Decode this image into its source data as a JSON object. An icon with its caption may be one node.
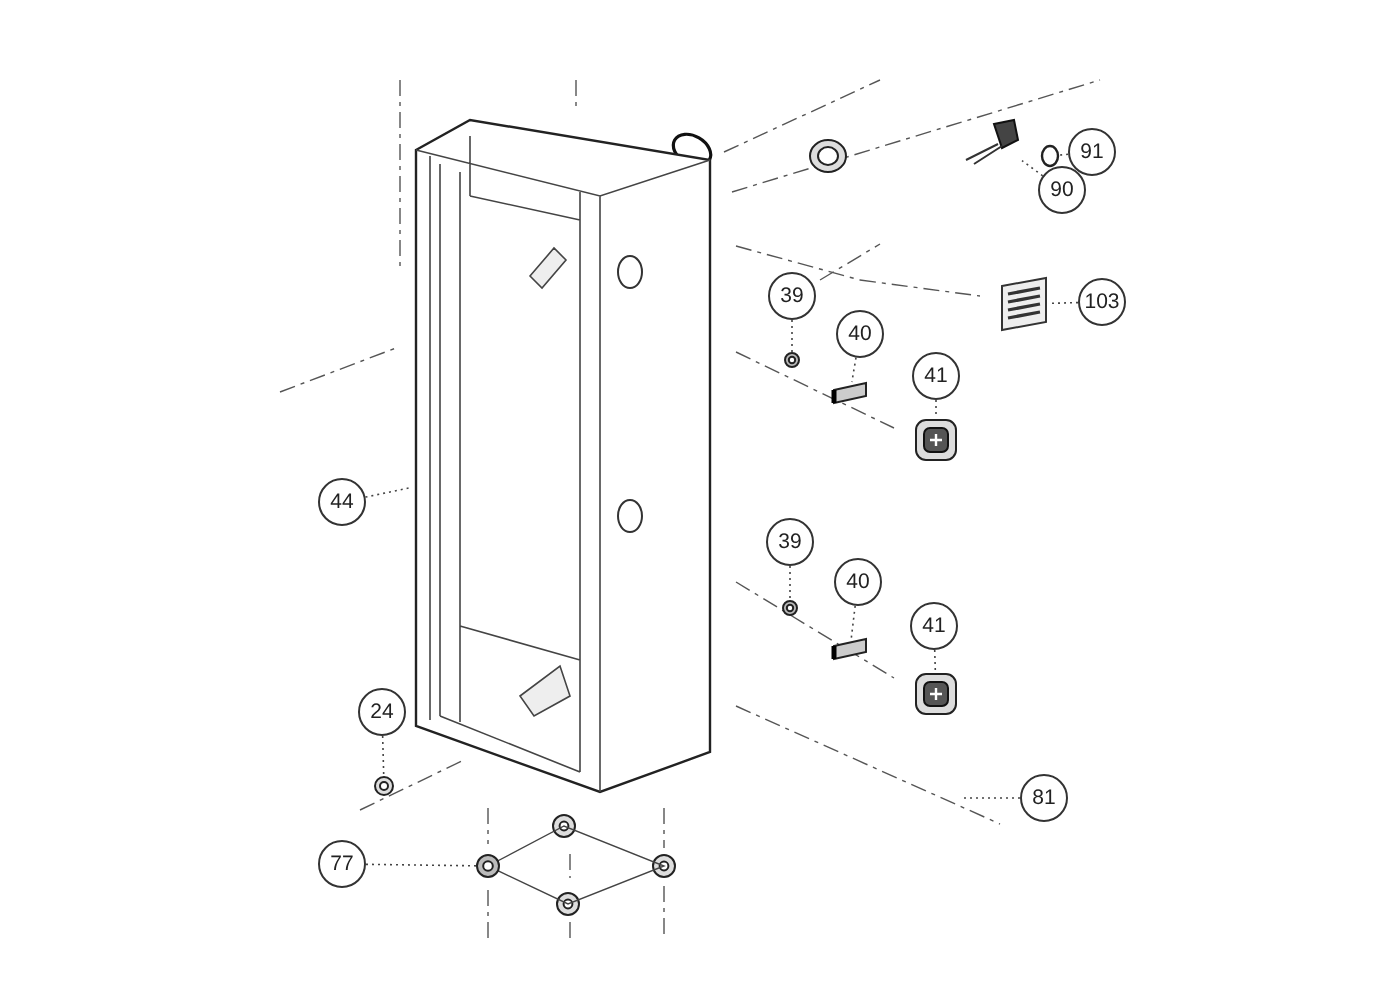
{
  "diagram": {
    "nodes": [
      {
        "text": [
          "91"
        ]
      },
      {
        "text": [
          "90"
        ]
      },
      {
        "text": [
          "103"
        ]
      },
      {
        "text": [
          "39"
        ]
      },
      {
        "text": [
          "40"
        ]
      },
      {
        "text": [
          "41"
        ]
      },
      {
        "text": [
          "44"
        ]
      },
      {
        "text": [
          "39"
        ]
      },
      {
        "text": [
          "40"
        ]
      },
      {
        "text": [
          "41"
        ]
      },
      {
        "text": [
          "24"
        ]
      },
      {
        "text": [
          "81"
        ]
      },
      {
        "text": [
          "77"
        ]
      },
      {
        "text": [],
        "shape": "circle"
      },
      {
        "text": [],
        "shape": "picture"
      },
      {
        "text": [],
        "shape": "picture"
      },
      {
        "text": [],
        "shape": "picture"
      },
      {
        "text": [],
        "shape": "picture"
      },
      {
        "text": [],
        "shape": "picture"
      },
      {
        "text": [],
        "shape": "picture"
      },
      {
        "text": [],
        "shape": "picture"
      },
      {
        "text": [],
        "shape": "picture"
      },
      {
        "text": [],
        "shape": "picture"
      },
      {
        "text": [],
        "shape": "picture"
      },
      {
        "text": [],
        "shape": "picture"
      }
    ],
    "edges": [
      {
        "from": 0,
        "to": 13,
        "arrow": "none"
      },
      {
        "from": 1,
        "to": 14,
        "arrow": "none"
      },
      {
        "from": 2,
        "to": 15,
        "arrow": "none"
      },
      {
        "from": 3,
        "to": 16,
        "arrow": "none"
      },
      {
        "from": 4,
        "to": 17,
        "arrow": "none"
      },
      {
        "from": 5,
        "to": 18,
        "arrow": "none"
      },
      {
        "from": 6,
        "to": 19,
        "arrow": "none"
      },
      {
        "from": 7,
        "to": 20,
        "arrow": "none"
      },
      {
        "from": 8,
        "to": 21,
        "arrow": "none"
      },
      {
        "from": 9,
        "to": 22,
        "arrow": "none"
      },
      {
        "from": 10,
        "to": 23,
        "arrow": "none"
      },
      {
        "from": 11,
        "to": null,
        "arrow": "none"
      },
      {
        "from": 12,
        "to": 24,
        "arrow": "none"
      }
    ]
  }
}
